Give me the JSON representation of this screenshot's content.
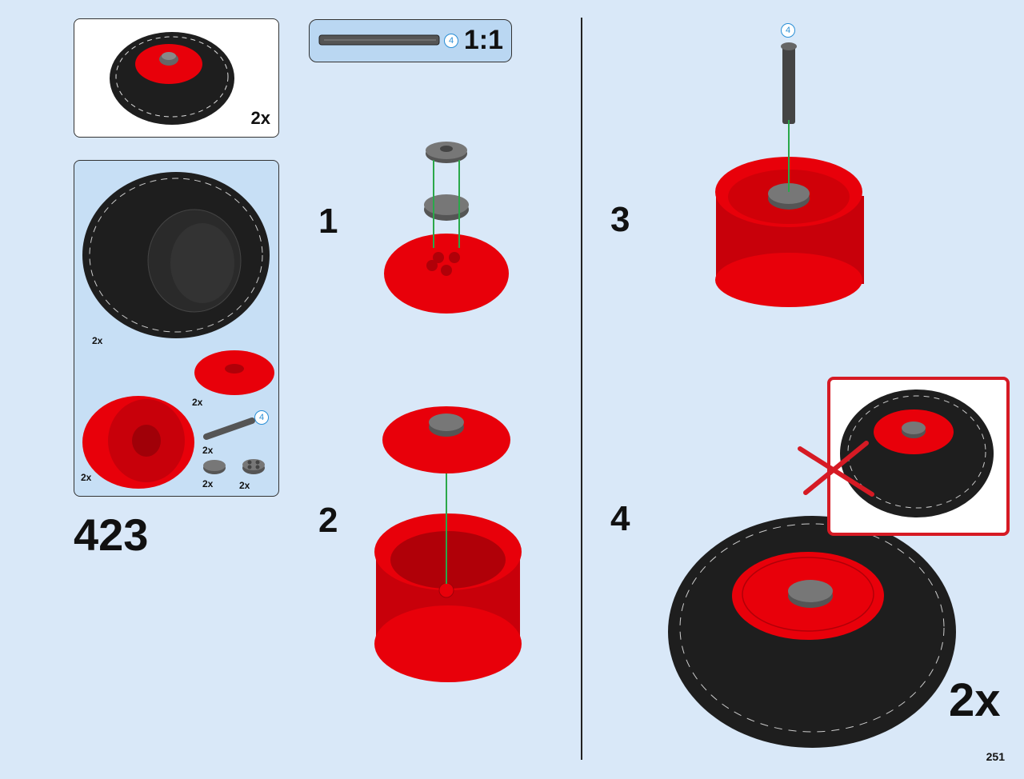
{
  "page": {
    "number": "251"
  },
  "subassembly": {
    "quantity": "2x"
  },
  "parts_list": {
    "step_number": "423",
    "items": [
      {
        "name": "tire",
        "quantity": "2x"
      },
      {
        "name": "round-dish-4x4",
        "quantity": "2x"
      },
      {
        "name": "wheel-rim",
        "quantity": "2x"
      },
      {
        "name": "axle-4",
        "quantity": "2x",
        "length": "4"
      },
      {
        "name": "round-tile-2x2",
        "quantity": "2x"
      },
      {
        "name": "round-plate-2x2",
        "quantity": "2x"
      }
    ]
  },
  "scale_guide": {
    "length": "4",
    "ratio": "1:1"
  },
  "steps": [
    {
      "number": "1"
    },
    {
      "number": "2"
    },
    {
      "number": "3",
      "callout": "4"
    },
    {
      "number": "4",
      "quantity": "2x"
    }
  ],
  "colors": {
    "background": "#d9e8f8",
    "part_red": "#e8000a",
    "tire": "#1e1e1e",
    "gray": "#555555",
    "arrow": "#2aa84a",
    "warning": "#d61a24"
  }
}
